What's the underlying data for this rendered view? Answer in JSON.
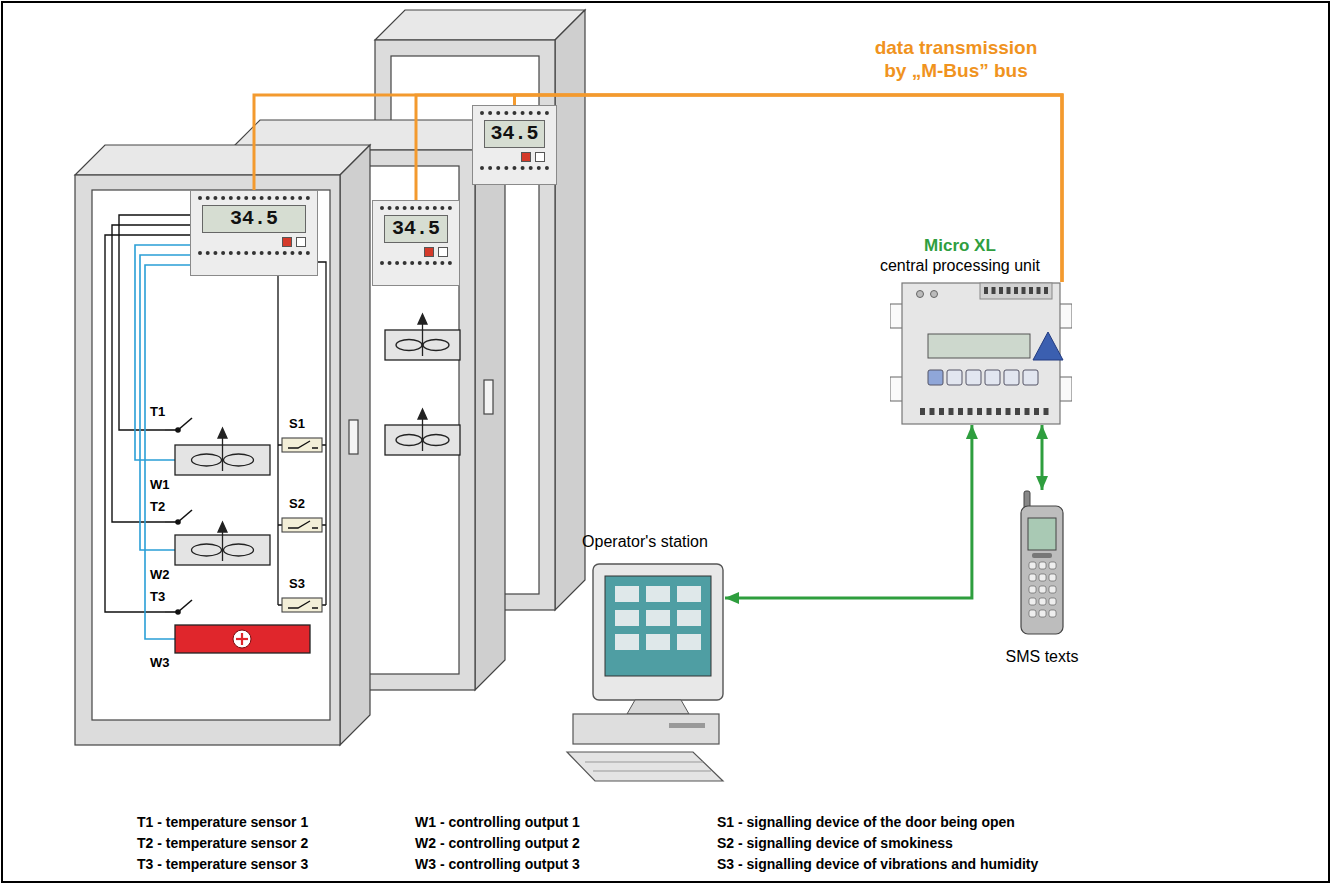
{
  "diagram": {
    "nodes": [
      {
        "text": [
          "34.5"
        ]
      },
      {
        "text": [
          "34.5"
        ]
      },
      {
        "text": [
          "34.5"
        ]
      },
      {
        "text": [
          "Micro XL",
          "central processing unit"
        ]
      },
      {
        "text": [
          "Operator's station"
        ]
      },
      {
        "text": [
          "SMS texts"
        ]
      }
    ],
    "edges": [
      {
        "from": 0,
        "to": 3,
        "arrow": "none"
      },
      {
        "from": 1,
        "to": 3,
        "arrow": "none"
      },
      {
        "from": 2,
        "to": 3,
        "arrow": "none",
        "label": "data transmission by „M-Bus” bus"
      },
      {
        "from": 3,
        "to": 4,
        "arrow": "both"
      },
      {
        "from": 3,
        "to": 5,
        "arrow": "both"
      }
    ],
    "labels": [
      "T1",
      "T2",
      "T3",
      "W1",
      "W2",
      "W3",
      "S1",
      "S2",
      "S3",
      "T1 - temperature sensor 1",
      "W1 - controlling output 1",
      "S1 - signalling device of the door being open",
      "T2 - temperature sensor 2",
      "W2 - controlling output 2",
      "S2 - signalling device of smokiness",
      "T3 - temperature sensor 3",
      "W3 - controlling output 3",
      "S3 - signalling device of vibrations and humidity"
    ]
  }
}
